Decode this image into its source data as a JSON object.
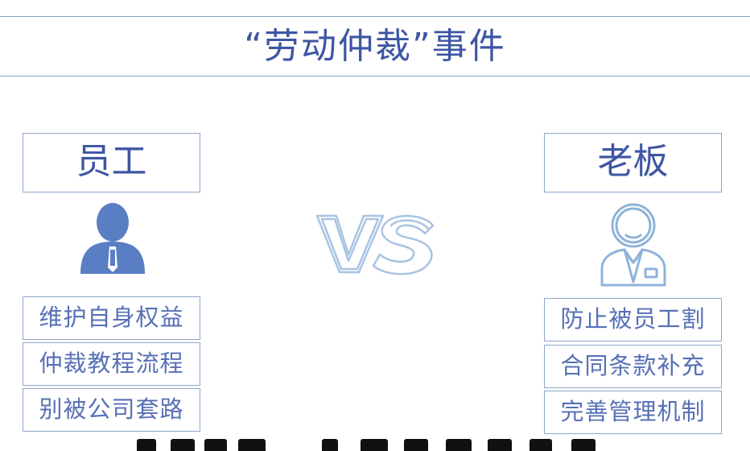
{
  "title": "“劳动仲裁”事件",
  "employee": {
    "heading": "员工",
    "items": [
      "维护自身权益",
      "仲裁教程流程",
      "别被公司套路"
    ]
  },
  "boss": {
    "heading": "老板",
    "items": [
      "防止被员工割",
      "合同条款补充",
      "完善管理机制"
    ]
  },
  "vs_text": "VS",
  "colors": {
    "primary_text": "#3e55a3",
    "item_text": "#5770b6",
    "border": "#8ea6cc",
    "employee_icon": "#5a7ec4",
    "boss_icon": "#8fb3d9"
  },
  "icons": {
    "employee": "person-with-tie-icon",
    "boss": "person-with-headset-icon",
    "vs": "vs-outline-icon"
  }
}
